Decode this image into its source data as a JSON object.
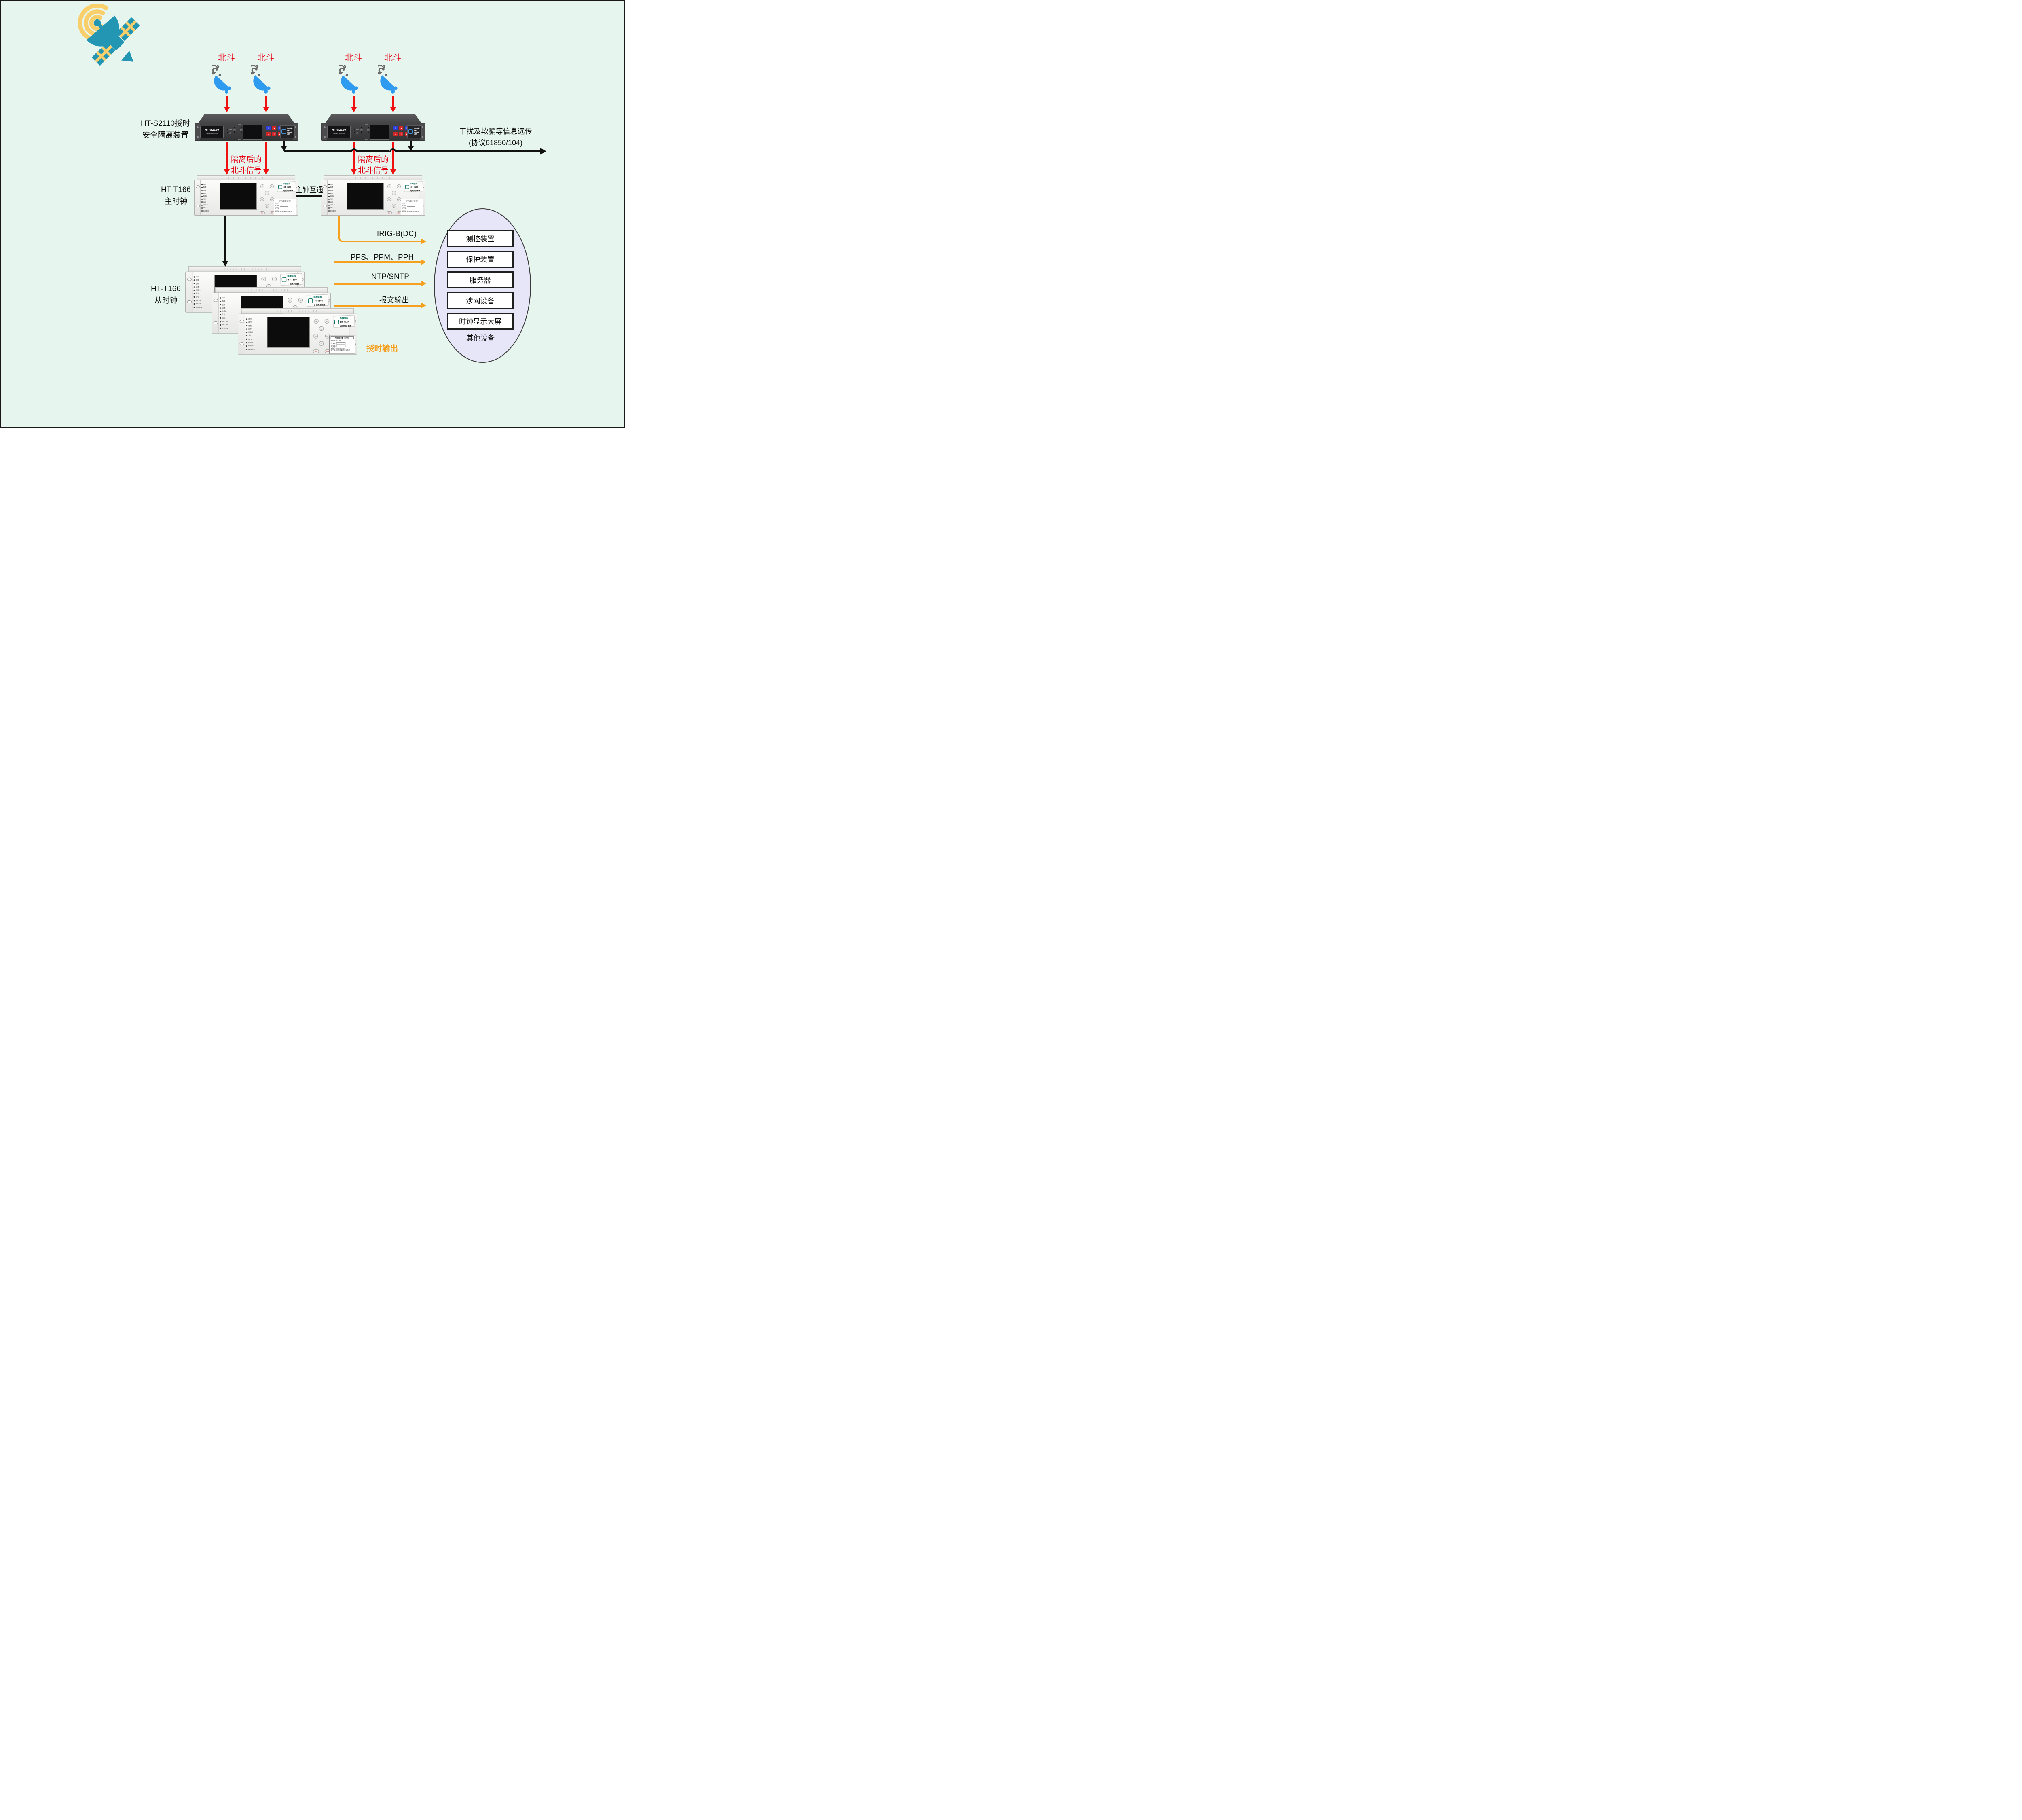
{
  "colors": {
    "background": "#e7f5ef",
    "red": "#f01010",
    "text_red": "#e60012",
    "orange": "#f5a01e",
    "black": "#111111",
    "device_dark": "#3b3b3d",
    "ellipse_fill": "#e6e6f8",
    "dish_blue": "#2e9bf0",
    "sat_teal": "#2296b3",
    "sat_yellow": "#f8cf6b"
  },
  "beidou_labels": [
    "北斗",
    "北斗",
    "北斗",
    "北斗"
  ],
  "isolator": {
    "label_line1": "HT-S2110授时",
    "label_line2": "安全隔离装置",
    "device": {
      "model": "HT-S2110",
      "subtitle": "卫星授时安全防护装置",
      "gps_label": "GPS",
      "bds_label": "BDS",
      "power_leds": [
        "电源1",
        "电源2"
      ],
      "status_leds": [
        "通断",
        "失锁",
        "干扰",
        "欺骗"
      ],
      "brand_line1": "北京华腾盛和",
      "brand_line2": "科技有限公司"
    }
  },
  "isolated_signal_label": [
    "隔离后的",
    "北斗信号"
  ],
  "remote_info": [
    "干扰及欺骗等信息远传",
    "(协议61850/104)"
  ],
  "master_clock": {
    "label_line1": "HT-T166",
    "label_line2": "主时钟"
  },
  "slave_clock": {
    "label_line1": "HT-T166",
    "label_line2": "从时钟"
  },
  "interlink_label": "主钟互通",
  "clock_device": {
    "brand": "华腾盛和",
    "model": "HT-T166",
    "model_sub": "时间同步装置",
    "leds": [
      "运行",
      "故障",
      "告警",
      "同步",
      "秒脉冲",
      "北斗",
      "GPS",
      "IRIG-B1",
      "IRIG-B2",
      "状态监测"
    ],
    "buttons": [
      "+",
      "−",
      "△",
      "◁",
      "▷",
      "▽"
    ],
    "confirm": "确认",
    "cancel": "取消",
    "nameplate": {
      "title": "时间同步装置（主时钟）",
      "rows": [
        "装置型号: HT-T166",
        "出厂编号:",
        "出厂日期:",
        "电源电压: AC/DC 88V~265V",
        "生产厂家: 北京华腾盛和科技有限公司"
      ]
    }
  },
  "outputs": [
    {
      "label": "IRIG-B(DC)"
    },
    {
      "label": "PPS、PPM、PPH"
    },
    {
      "label": "NTP/SNTP"
    },
    {
      "label": "报文输出"
    }
  ],
  "timing_output_label": "授时输出",
  "devices_group": {
    "items": [
      "测控装置",
      "保护装置",
      "服务器",
      "涉网设备",
      "时钟显示大屏"
    ],
    "footer": "其他设备"
  }
}
